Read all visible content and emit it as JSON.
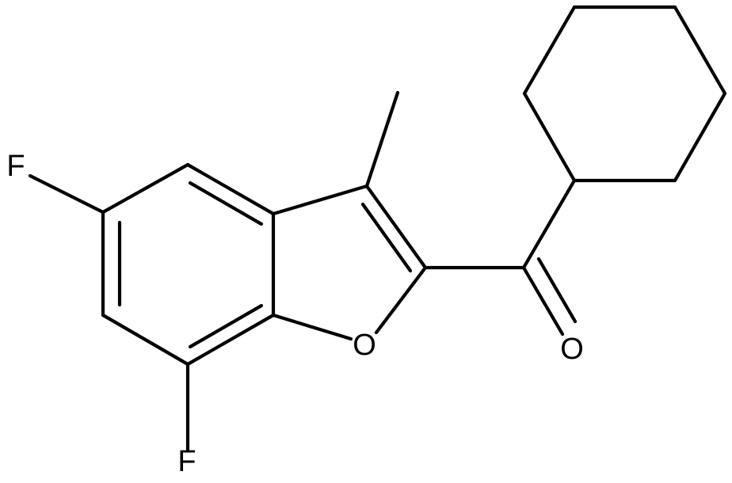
{
  "molecule": {
    "atoms": {
      "fluorine_top": "F",
      "fluorine_bottom": "F",
      "ring_oxygen": "O",
      "carbonyl_oxygen": "O"
    }
  }
}
